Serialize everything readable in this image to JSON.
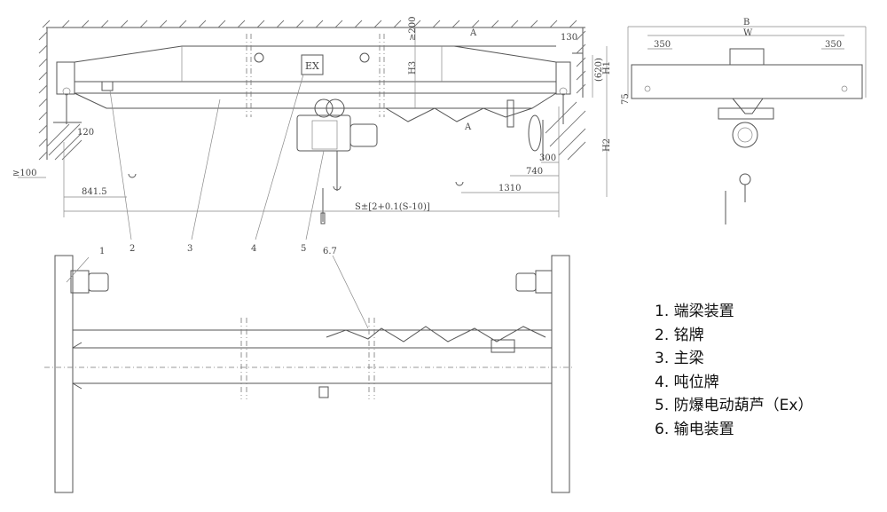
{
  "legend": {
    "items": [
      {
        "num": "1.",
        "label": "端梁装置"
      },
      {
        "num": "2.",
        "label": "铭牌"
      },
      {
        "num": "3.",
        "label": "主梁"
      },
      {
        "num": "4.",
        "label": "吨位牌"
      },
      {
        "num": "5.",
        "label": "防爆电动葫芦（Ex）"
      },
      {
        "num": "6.",
        "label": "输电装置"
      }
    ]
  },
  "front_view": {
    "plate": "EX",
    "dimensions": {
      "side_clearance": "≥100",
      "rail": "120",
      "hook_left": "841.5",
      "span": "S±[2+0.1(S-10)]",
      "top_clearance": "≥200",
      "h3": "H3",
      "h1": "H1",
      "h2": "H2",
      "end_height": "(620)",
      "end_offset": "130",
      "d300": "300",
      "d740": "740",
      "hook_right": "1310",
      "section_a_top": "A",
      "section_a_bottom": "A"
    },
    "callouts": [
      "2",
      "3",
      "4",
      "5"
    ]
  },
  "side_view": {
    "dimensions": {
      "b": "B",
      "w": "W",
      "left_350": "350",
      "right_350": "350",
      "d75": "75"
    }
  },
  "plan_view": {
    "callouts": [
      "1",
      "6.7"
    ]
  }
}
